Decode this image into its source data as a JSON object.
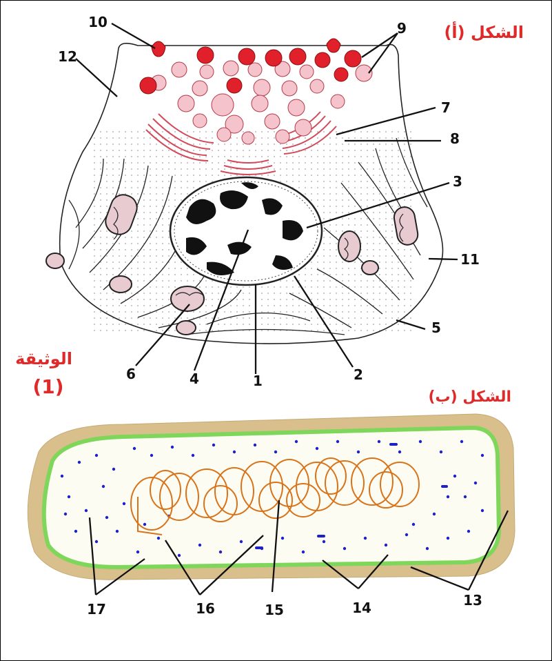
{
  "figure_a": {
    "title": "الشكل (أ)",
    "labels": {
      "l1": "1",
      "l2": "2",
      "l3": "3",
      "l4": "4",
      "l5": "5",
      "l6": "6",
      "l7": "7",
      "l8": "8",
      "l9": "9",
      "l10": "10",
      "l11": "11",
      "l12": "12"
    }
  },
  "document": {
    "word": "الوثيقة",
    "number": "(1)"
  },
  "figure_b": {
    "title": "الشكل (ب)",
    "labels": {
      "l13": "13",
      "l14": "14",
      "l15": "15",
      "l16": "16",
      "l17": "17"
    }
  },
  "colors": {
    "secretion_red": "#e0202a",
    "secretion_pink": "#f4c3cc",
    "cell_wall": "#d9bf8c",
    "membrane": "#7ed65a",
    "ribosome": "#1c22c8",
    "dna": "#d9731a"
  }
}
